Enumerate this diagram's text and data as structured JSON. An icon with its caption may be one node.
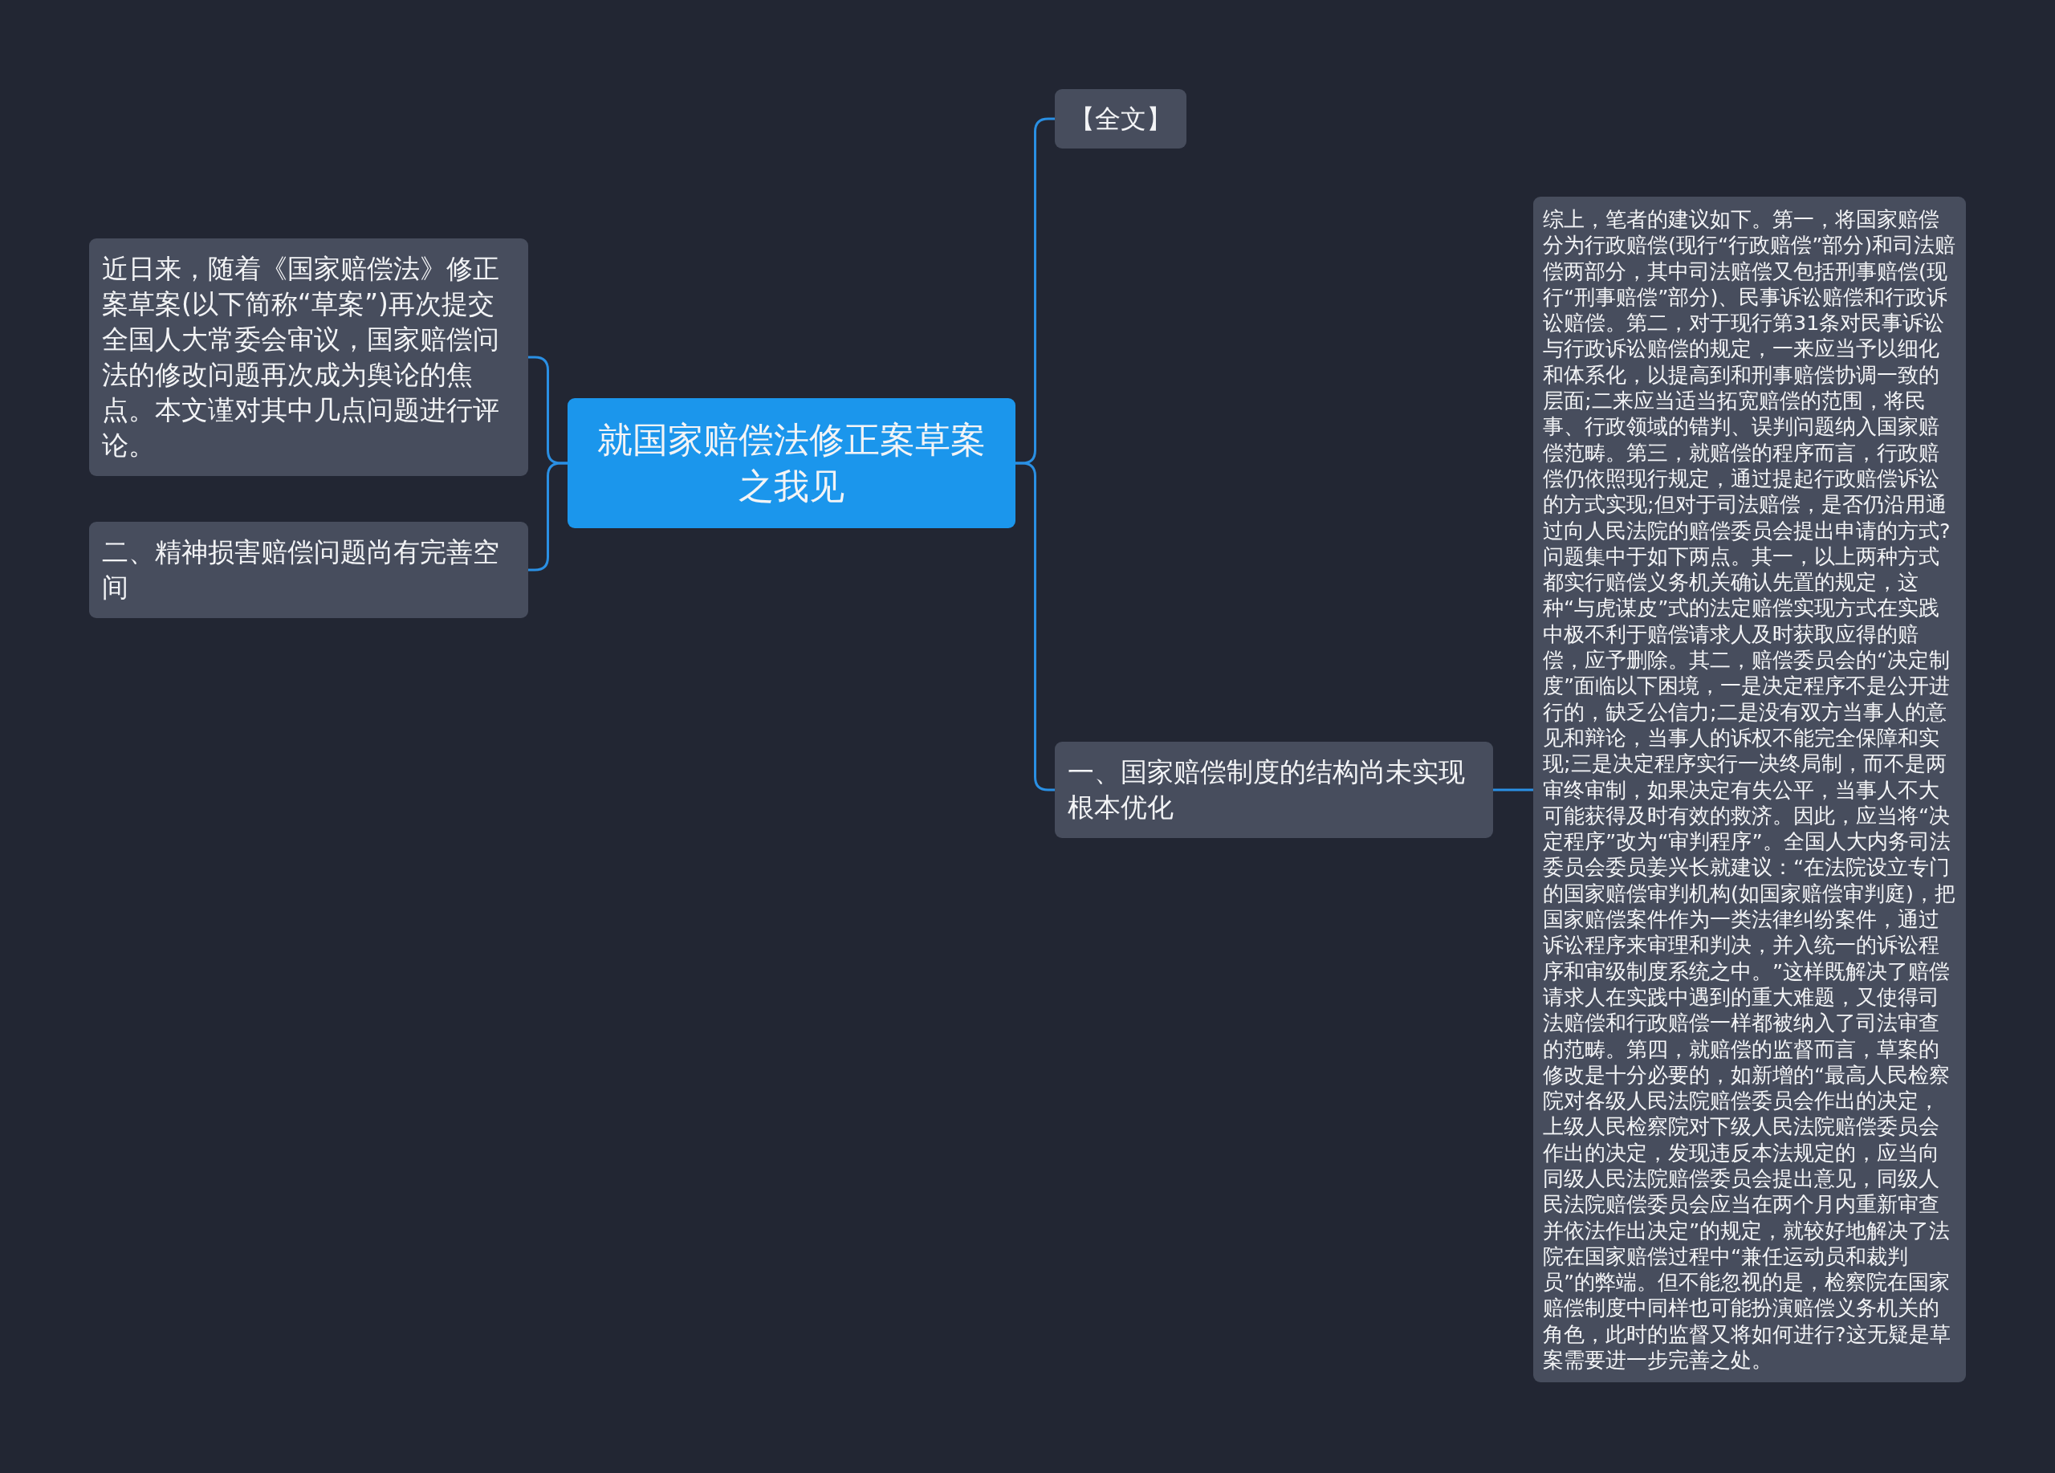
{
  "diagram": {
    "nodes": [
      {
        "text": [
          "就国家赔偿法修正案草案之我见"
        ]
      },
      {
        "text": [
          "近日来，随着《国家赔偿法》修正案草案(以下简称“草案”)再次提交全国人大常委会审议，国家赔偿问法的修改问题再次成为舆论的焦点。本文谨对其中几点问题进行评论。"
        ]
      },
      {
        "text": [
          "二、精神损害赔偿问题尚有完善空间"
        ]
      },
      {
        "text": [
          "【全文】"
        ]
      },
      {
        "text": [
          "一、国家赔偿制度的结构尚未实现根本优化"
        ]
      },
      {
        "text": [
          "综上，笔者的建议如下。第一，将国家赔偿分为行政赔偿(现行“行政赔偿”部分)和司法赔偿两部分，其中司法赔偿又包括刑事赔偿(现行“刑事赔偿”部分)、民事诉讼赔偿和行政诉讼赔偿。第二，对于现行第31条对民事诉讼与行政诉讼赔偿的规定，一来应当予以细化和体系化，以提高到和刑事赔偿协调一致的层面;二来应当适当拓宽赔偿的范围，将民事、行政领域的错判、误判问题纳入国家赔偿范畴。第三，就赔偿的程序而言，行政赔偿仍依照现行规定，通过提起行政赔偿诉讼的方式实现;但对于司法赔偿，是否仍沿用通过向人民法院的赔偿委员会提出申请的方式?问题集中于如下两点。其一，以上两种方式都实行赔偿义务机关确认先置的规定，这种“与虎谋皮”式的法定赔偿实现方式在实践中极不利于赔偿请求人及时获取应得的赔偿，应予删除。其二，赔偿委员会的“决定制度”面临以下困境，一是决定程序不是公开进行的，缺乏公信力;二是没有双方当事人的意见和辩论，当事人的诉权不能完全保障和实现;三是决定程序实行一决终局制，而不是两审终审制，如果决定有失公平，当事人不大可能获得及时有效的救济。因此，应当将“决定程序”改为“审判程序”。全国人大内务司法委员会委员姜兴长就建议：“在法院设立专门的国家赔偿审判机构(如国家赔偿审判庭)，把国家赔偿案件作为一类法律纠纷案件，通过诉讼程序来审理和判决，并入统一的诉讼程序和审级制度系统之中。”这样既解决了赔偿请求人在实践中遇到的重大难题，又使得司法赔偿和行政赔偿一样都被纳入了司法审查的范畴。第四，就赔偿的监督而言，草案的修改是十分必要的，如新增的“最高人民检察院对各级人民法院赔偿委员会作出的决定，上级人民检察院对下级人民法院赔偿委员会作出的决定，发现违反本法规定的，应当向同级人民法院赔偿委员会提出意见，同级人民法院赔偿委员会应当在两个月内重新审查并依法作出决定”的规定，就较好地解决了法院在国家赔偿过程中“兼任运动员和裁判员”的弊端。但不能忽视的是，检察院在国家赔偿制度中同样也可能扮演赔偿义务机关的角色，此时的监督又将如何进行?这无疑是草案需要进一步完善之处。"
        ]
      }
    ],
    "edges": [
      {
        "from": 0,
        "to": 1,
        "arrow": "none"
      },
      {
        "from": 0,
        "to": 2,
        "arrow": "none"
      },
      {
        "from": 0,
        "to": 3,
        "arrow": "none"
      },
      {
        "from": 0,
        "to": 4,
        "arrow": "none"
      },
      {
        "from": 4,
        "to": 5,
        "arrow": "none"
      }
    ]
  }
}
